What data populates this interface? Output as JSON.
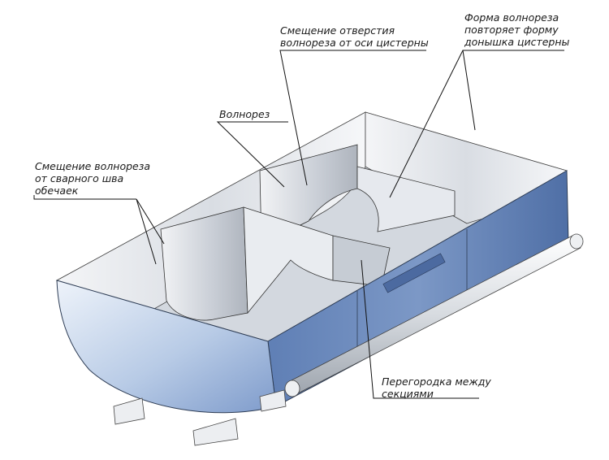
{
  "callouts": {
    "offset_hole": [
      "Смещение отверстия",
      "волнореза от оси цистерны"
    ],
    "shape": [
      "Форма волнореза",
      "повторяет форму",
      "донышка цистерны"
    ],
    "breakwater": [
      "Волнорез"
    ],
    "offset_weld": [
      "Смещение волнореза",
      "от сварного шва",
      "обечаек"
    ],
    "partition": [
      "Перегородка между",
      "секциями"
    ]
  },
  "colors": {
    "shell": "#b9cde6",
    "shell_dark": "#6f8fc0",
    "interior": "#dfe4ea",
    "panel": "#cfd5dc",
    "pipe": "#e3e6ea",
    "leader": "#111111"
  }
}
